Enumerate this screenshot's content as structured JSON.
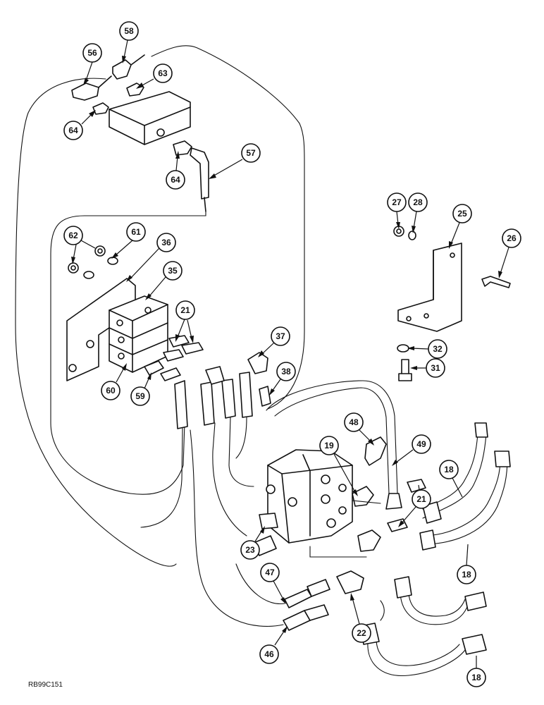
{
  "figure": {
    "reference_code": "RB99C151"
  },
  "callouts": [
    {
      "id": "c56",
      "label": "56"
    },
    {
      "id": "c58",
      "label": "58"
    },
    {
      "id": "c63",
      "label": "63"
    },
    {
      "id": "c64a",
      "label": "64"
    },
    {
      "id": "c64b",
      "label": "64"
    },
    {
      "id": "c57",
      "label": "57"
    },
    {
      "id": "c27",
      "label": "27"
    },
    {
      "id": "c28",
      "label": "28"
    },
    {
      "id": "c25",
      "label": "25"
    },
    {
      "id": "c26",
      "label": "26"
    },
    {
      "id": "c62",
      "label": "62"
    },
    {
      "id": "c61",
      "label": "61"
    },
    {
      "id": "c36",
      "label": "36"
    },
    {
      "id": "c35",
      "label": "35"
    },
    {
      "id": "c21a",
      "label": "21"
    },
    {
      "id": "c37",
      "label": "37"
    },
    {
      "id": "c32",
      "label": "32"
    },
    {
      "id": "c31",
      "label": "31"
    },
    {
      "id": "c38",
      "label": "38"
    },
    {
      "id": "c60",
      "label": "60"
    },
    {
      "id": "c59",
      "label": "59"
    },
    {
      "id": "c48",
      "label": "48"
    },
    {
      "id": "c49",
      "label": "49"
    },
    {
      "id": "c19",
      "label": "19"
    },
    {
      "id": "c18a",
      "label": "18"
    },
    {
      "id": "c21b",
      "label": "21"
    },
    {
      "id": "c23",
      "label": "23"
    },
    {
      "id": "c18b",
      "label": "18"
    },
    {
      "id": "c47",
      "label": "47"
    },
    {
      "id": "c22",
      "label": "22"
    },
    {
      "id": "c46",
      "label": "46"
    },
    {
      "id": "c18c",
      "label": "18"
    }
  ]
}
